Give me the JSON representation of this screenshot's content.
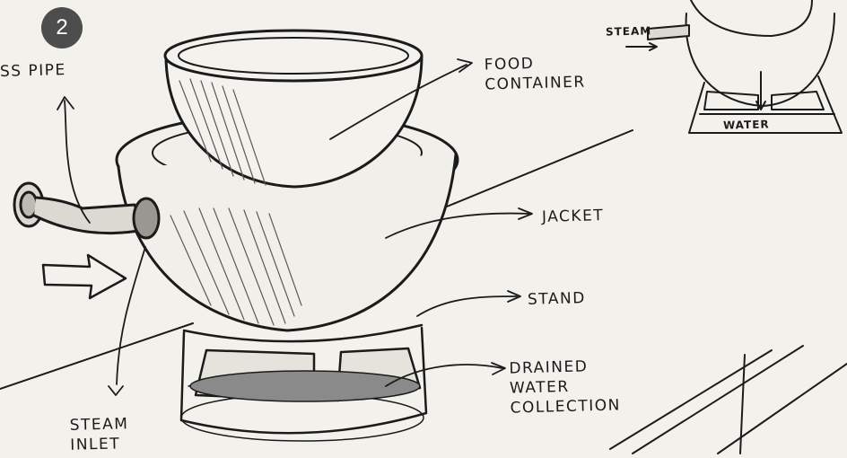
{
  "step_number": "2",
  "colors": {
    "paper": "#f3f1ec",
    "ink": "#1b1b1b",
    "badge_bg": "#4d4d4d",
    "badge_fg": "#ffffff"
  },
  "labels": {
    "ss_pipe": "SS PIPE",
    "food_container": "FOOD\nCONTAINER",
    "jacket": "JACKET",
    "stand": "STAND",
    "drained_water_collection": "DRAINED\nWATER\nCOLLECTION",
    "steam_inlet": "STEAM\nINLET"
  },
  "inset": {
    "steam": "STEAM",
    "water": "WATER"
  },
  "icons": {
    "inlet_arrow": "outline-arrow-right-icon"
  }
}
